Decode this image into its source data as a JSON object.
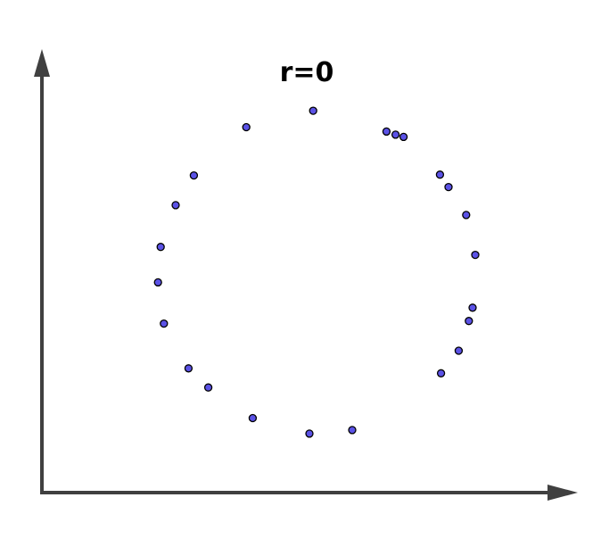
{
  "chart_data": {
    "type": "scatter",
    "title": "r=0",
    "xlabel": "",
    "ylabel": "",
    "xlim": [
      0,
      100
    ],
    "ylim": [
      0,
      100
    ],
    "grid": false,
    "axis_color": "#404040",
    "point_color": "#5b52e6",
    "point_stroke": "#000000",
    "points": [
      {
        "x": 50.7,
        "y": 86.1
      },
      {
        "x": 38.2,
        "y": 82.4
      },
      {
        "x": 64.4,
        "y": 81.4
      },
      {
        "x": 66.1,
        "y": 80.7
      },
      {
        "x": 67.6,
        "y": 80.2
      },
      {
        "x": 28.4,
        "y": 71.5
      },
      {
        "x": 74.4,
        "y": 71.7
      },
      {
        "x": 76.0,
        "y": 68.9
      },
      {
        "x": 25.0,
        "y": 64.8
      },
      {
        "x": 79.3,
        "y": 62.6
      },
      {
        "x": 22.2,
        "y": 55.4
      },
      {
        "x": 81.0,
        "y": 53.6
      },
      {
        "x": 21.7,
        "y": 47.4
      },
      {
        "x": 80.5,
        "y": 41.7
      },
      {
        "x": 22.8,
        "y": 38.1
      },
      {
        "x": 79.8,
        "y": 38.7
      },
      {
        "x": 77.9,
        "y": 32.0
      },
      {
        "x": 27.4,
        "y": 28.0
      },
      {
        "x": 74.6,
        "y": 26.9
      },
      {
        "x": 31.1,
        "y": 23.7
      },
      {
        "x": 39.4,
        "y": 16.8
      },
      {
        "x": 58.0,
        "y": 14.1
      },
      {
        "x": 50.0,
        "y": 13.3
      }
    ]
  }
}
